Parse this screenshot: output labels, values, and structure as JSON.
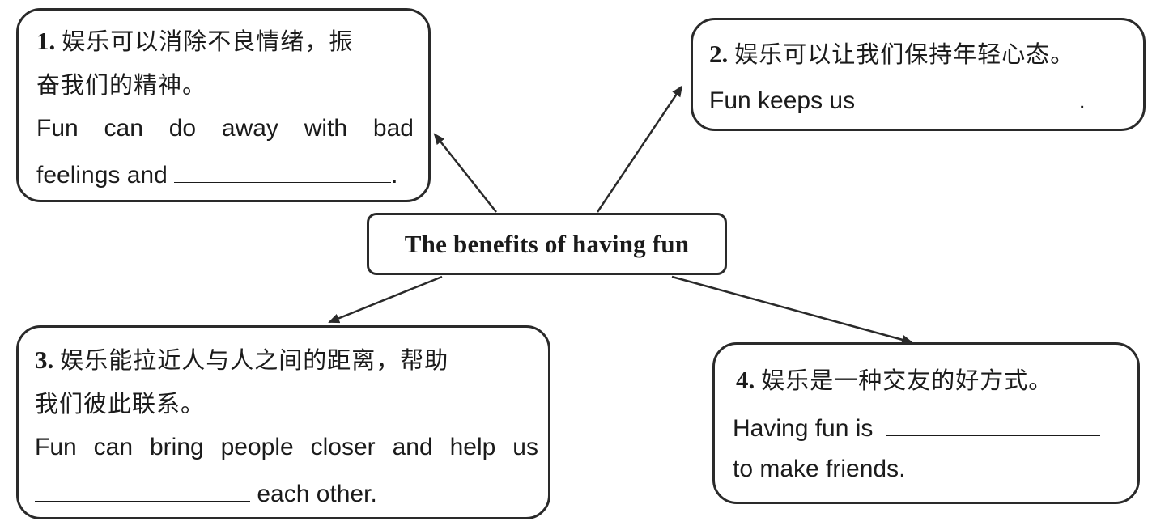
{
  "center": {
    "title": "The benefits of having fun"
  },
  "boxes": [
    {
      "number": "1.",
      "cn_line1": "娱乐可以消除不良情绪，振",
      "cn_line2": "奋我们的精神。",
      "en_words": [
        "Fun",
        "can",
        "do",
        "away",
        "with",
        "bad"
      ],
      "en_line2_before": "feelings and",
      "en_line2_after": "."
    },
    {
      "number": "2.",
      "cn_line1": "娱乐可以让我们保持年轻心态。",
      "en_line1_before": "Fun keeps us",
      "en_line1_after": "."
    },
    {
      "number": "3.",
      "cn_line1": "娱乐能拉近人与人之间的距离，帮助",
      "cn_line2": "我们彼此联系。",
      "en_words": [
        "Fun",
        "can",
        "bring",
        "people",
        "closer",
        "and",
        "help",
        "us"
      ],
      "en_line2_after": "each other."
    },
    {
      "number": "4.",
      "cn_line1": "娱乐是一种交友的好方式。",
      "en_line1_before": "Having fun is",
      "en_line2": "to make friends."
    }
  ],
  "colors": {
    "line": "#2a2a2a",
    "text": "#1b1b1b",
    "background": "#ffffff"
  }
}
